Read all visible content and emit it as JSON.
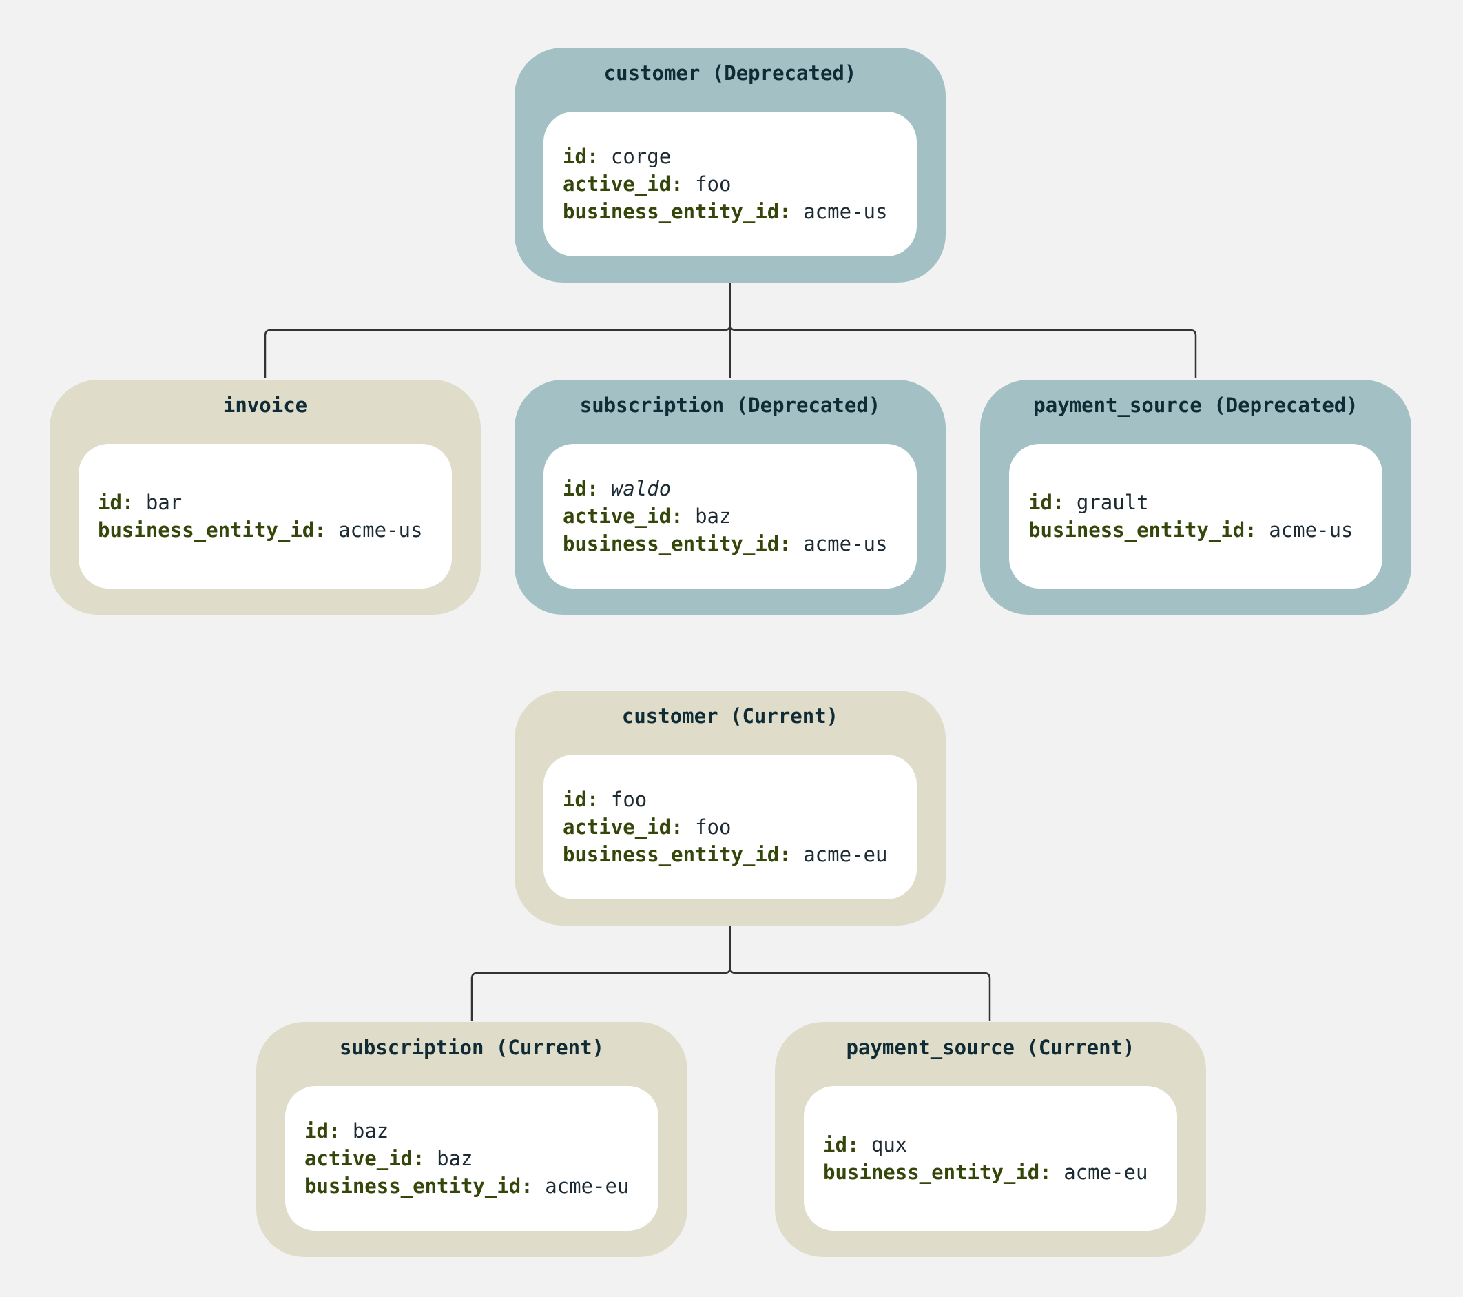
{
  "colors": {
    "background": "#f2f2f2",
    "deprecated": "#a3c1c5",
    "current": "#e0dcca",
    "key_text": "#35460a",
    "title_text": "#0f2c36",
    "connector": "#333333"
  },
  "nodes": {
    "customer_deprecated": {
      "title": "customer (Deprecated)",
      "status": "deprecated",
      "fields": [
        {
          "key": "id:",
          "value": "corge"
        },
        {
          "key": "active_id:",
          "value": "foo"
        },
        {
          "key": "business_entity_id:",
          "value": "acme-us"
        }
      ]
    },
    "invoice": {
      "title": "invoice",
      "status": "current",
      "fields": [
        {
          "key": "id:",
          "value": "bar"
        },
        {
          "key": "business_entity_id:",
          "value": "acme-us"
        }
      ]
    },
    "subscription_deprecated": {
      "title": "subscription (Deprecated)",
      "status": "deprecated",
      "fields": [
        {
          "key": "id:",
          "value": "waldo",
          "italic": true
        },
        {
          "key": "active_id:",
          "value": "baz"
        },
        {
          "key": "business_entity_id:",
          "value": "acme-us"
        }
      ]
    },
    "payment_source_deprecated": {
      "title": "payment_source (Deprecated)",
      "status": "deprecated",
      "fields": [
        {
          "key": "id:",
          "value": "grault"
        },
        {
          "key": "business_entity_id:",
          "value": "acme-us"
        }
      ]
    },
    "customer_current": {
      "title": "customer (Current)",
      "status": "current",
      "fields": [
        {
          "key": "id:",
          "value": "foo"
        },
        {
          "key": "active_id:",
          "value": "foo"
        },
        {
          "key": "business_entity_id:",
          "value": "acme-eu"
        }
      ]
    },
    "subscription_current": {
      "title": "subscription (Current)",
      "status": "current",
      "fields": [
        {
          "key": "id:",
          "value": "baz"
        },
        {
          "key": "active_id:",
          "value": "baz"
        },
        {
          "key": "business_entity_id:",
          "value": "acme-eu"
        }
      ]
    },
    "payment_source_current": {
      "title": "payment_source (Current)",
      "status": "current",
      "fields": [
        {
          "key": "id:",
          "value": "qux"
        },
        {
          "key": "business_entity_id:",
          "value": "acme-eu"
        }
      ]
    }
  },
  "edges": [
    {
      "from": "customer_deprecated",
      "to": "invoice"
    },
    {
      "from": "customer_deprecated",
      "to": "subscription_deprecated"
    },
    {
      "from": "customer_deprecated",
      "to": "payment_source_deprecated"
    },
    {
      "from": "customer_current",
      "to": "subscription_current"
    },
    {
      "from": "customer_current",
      "to": "payment_source_current"
    }
  ]
}
